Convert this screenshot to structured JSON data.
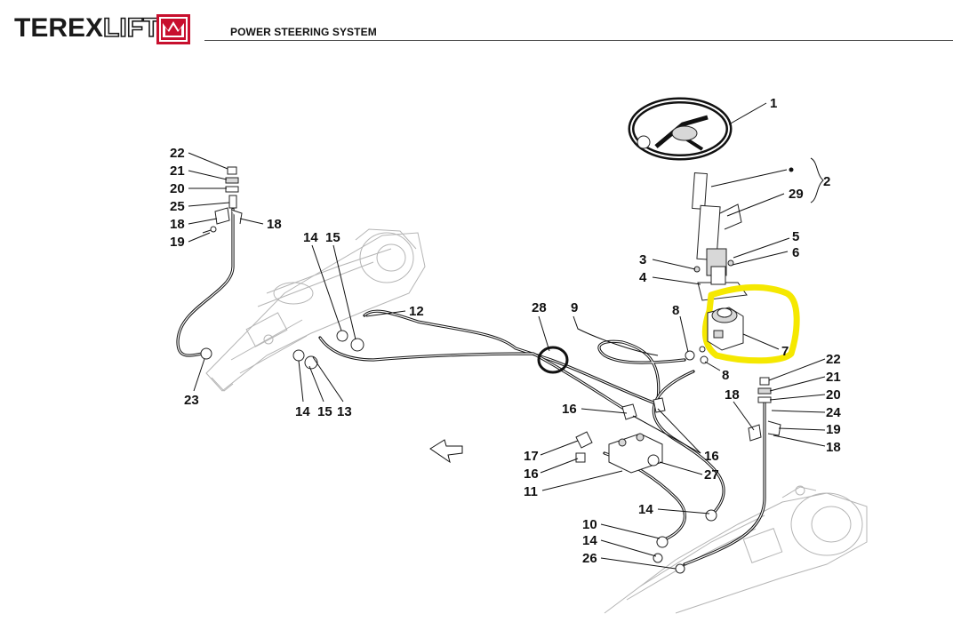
{
  "header": {
    "brand_solid": "TEREX",
    "brand_outline": "LIFT",
    "title": "POWER STEERING SYSTEM"
  },
  "colors": {
    "highlight": "#f5e800",
    "brand_red": "#c8102e"
  },
  "callouts": {
    "c1": "1",
    "c2": "2",
    "c29": "29",
    "c5": "5",
    "c6": "6",
    "c3": "3",
    "c4": "4",
    "c8a": "8",
    "c7": "7",
    "c8b": "8",
    "c9": "9",
    "c28": "28",
    "c12": "12",
    "c14a": "14",
    "c15a": "15",
    "c14b": "14",
    "c15b": "15",
    "c13": "13",
    "c22a": "22",
    "c21a": "21",
    "c20a": "20",
    "c25": "25",
    "c18a": "18",
    "c18b": "18",
    "c19a": "19",
    "c23": "23",
    "c22b": "22",
    "c21b": "21",
    "c20b": "20",
    "c24": "24",
    "c18c": "18",
    "c19b": "19",
    "c18d": "18",
    "c16a": "16",
    "c16b": "16",
    "c17": "17",
    "c16c": "16",
    "c11": "11",
    "c27": "27",
    "c14c": "14",
    "c10": "10",
    "c14d": "14",
    "c26": "26"
  }
}
